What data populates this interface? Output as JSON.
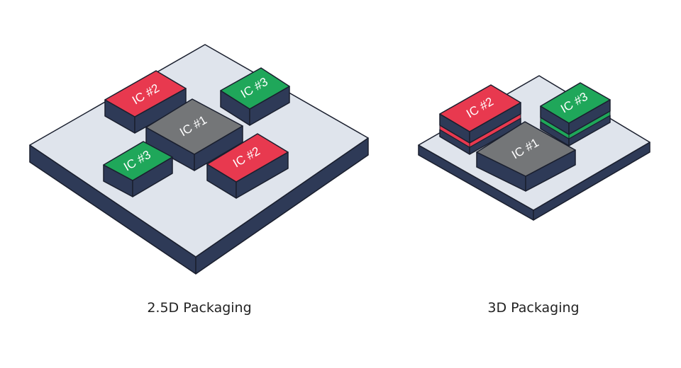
{
  "diagrams": [
    {
      "caption": "2.5D Packaging",
      "chips": [
        {
          "label": "IC #2",
          "color": "red"
        },
        {
          "label": "IC #3",
          "color": "green"
        },
        {
          "label": "IC #1",
          "color": "gray"
        },
        {
          "label": "IC #3",
          "color": "green"
        },
        {
          "label": "IC #2",
          "color": "red"
        }
      ]
    },
    {
      "caption": "3D Packaging",
      "chips": [
        {
          "label": "IC #2",
          "color": "red"
        },
        {
          "label": "IC #3",
          "color": "green"
        },
        {
          "label": "IC #1",
          "color": "gray"
        }
      ]
    }
  ],
  "colors": {
    "substrate_top": "#dfe4ec",
    "substrate_side": "#2e3a57",
    "outline": "#1a1f2e",
    "red": "#e8394f",
    "green": "#1fa75a",
    "gray": "#747678",
    "chip_side": "#2e3a57"
  }
}
